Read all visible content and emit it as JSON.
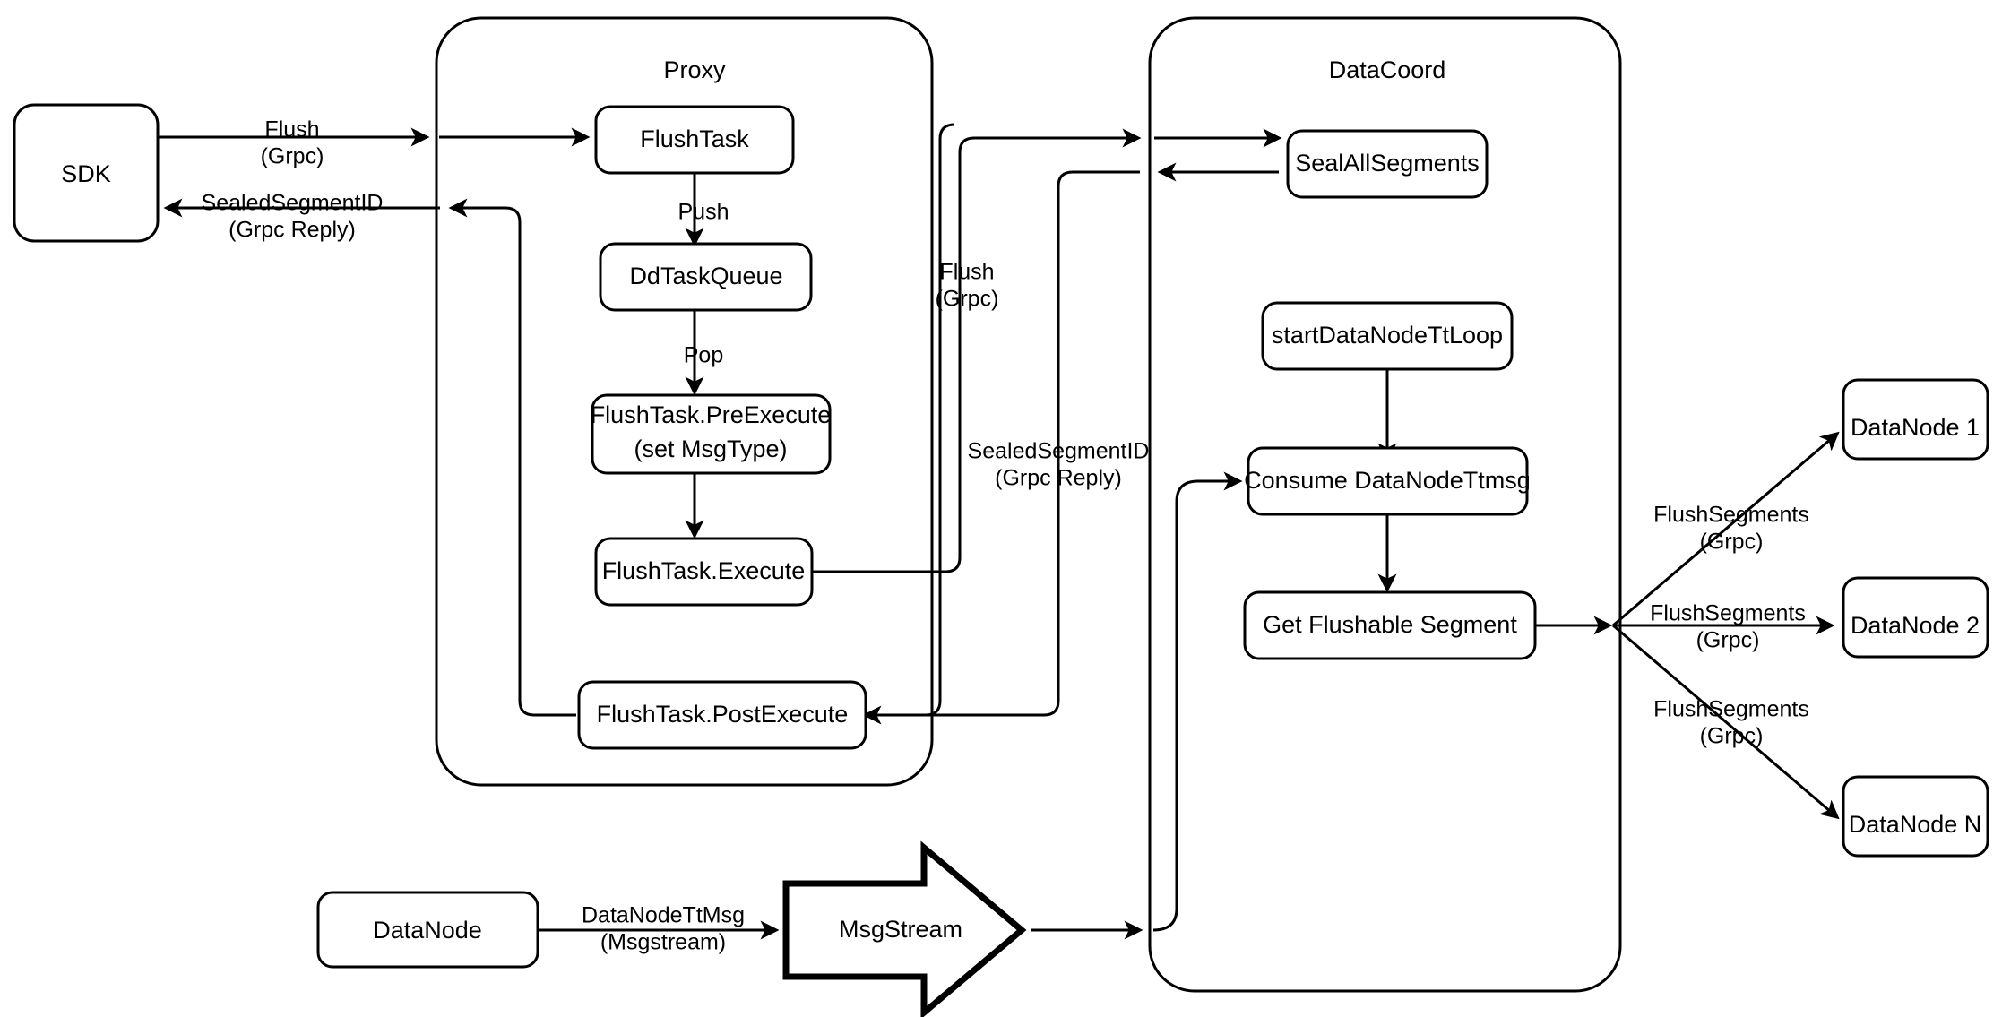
{
  "diagram": {
    "title": "Milvus Flush Sequence",
    "background": "#ffffff",
    "stroke_color": "#000000"
  },
  "groups": [
    {
      "id": "proxy",
      "label": "Proxy"
    },
    {
      "id": "datacoord",
      "label": "DataCoord"
    }
  ],
  "nodes": {
    "sdk": {
      "label": "SDK"
    },
    "flush_task": {
      "label": "FlushTask"
    },
    "dd_task_queue": {
      "label": "DdTaskQueue"
    },
    "pre_execute_line1": {
      "label": "FlushTask.PreExecute"
    },
    "pre_execute_line2": {
      "label": "(set MsgType)"
    },
    "execute": {
      "label": "FlushTask.Execute"
    },
    "post_execute": {
      "label": "FlushTask.PostExecute"
    },
    "seal_all_segments": {
      "label": "SealAllSegments"
    },
    "start_tt_loop": {
      "label": "startDataNodeTtLoop"
    },
    "consume_tt_msg": {
      "label": "Consume DataNodeTtmsg"
    },
    "get_flushable": {
      "label": "Get Flushable Segment"
    },
    "datanode_1": {
      "label": "DataNode 1"
    },
    "datanode_2": {
      "label": "DataNode 2"
    },
    "datanode_n": {
      "label": "DataNode N"
    },
    "datanode_bottom": {
      "label": "DataNode"
    },
    "msgstream": {
      "label": "MsgStream"
    }
  },
  "edge_labels": {
    "sdk_to_proxy_l1": "Flush",
    "sdk_to_proxy_l2": "(Grpc)",
    "proxy_to_sdk_l1": "SealedSegmentID",
    "proxy_to_sdk_l2": "(Grpc Reply)",
    "flush_push": "Push",
    "queue_pop": "Pop",
    "proxy_to_coord_l1": "Flush",
    "proxy_to_coord_l2": "(Grpc)",
    "coord_to_proxy_l1": "SealedSegmentID",
    "coord_to_proxy_l2": "(Grpc Reply)",
    "flush_seg_1_l1": "FlushSegments",
    "flush_seg_1_l2": "(Grpc)",
    "flush_seg_2_l1": "FlushSegments",
    "flush_seg_2_l2": "(Grpc)",
    "flush_seg_n_l1": "FlushSegments",
    "flush_seg_n_l2": "(Grpc)",
    "datanode_ttmsg_l1": "DataNodeTtMsg",
    "datanode_ttmsg_l2": "(Msgstream)"
  }
}
